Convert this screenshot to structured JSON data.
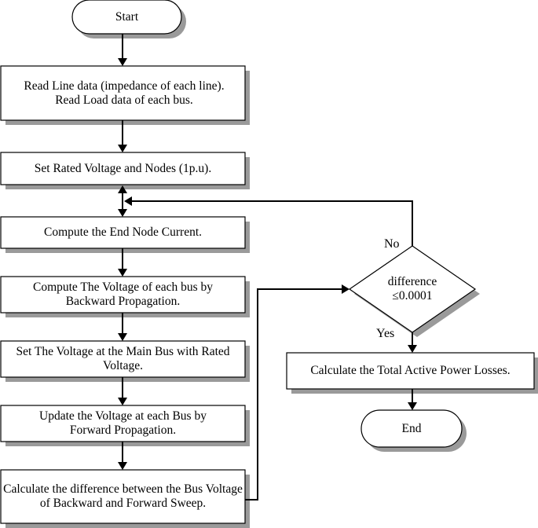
{
  "flowchart": {
    "nodes": {
      "start": "Start",
      "read_data": "Read Line data (impedance of each line).\nRead Load data of each bus.",
      "set_rated": "Set Rated Voltage and Nodes (1p.u).",
      "compute_current": "Compute the End Node Current.",
      "compute_voltage": "Compute The Voltage of each bus by Backward Propagation.",
      "set_main_bus": "Set The Voltage at the Main Bus with Rated Voltage.",
      "update_voltage": "Update the Voltage at each Bus by Forward Propagation.",
      "calc_difference": "Calculate the difference between the Bus Voltage of Backward and Forward Sweep.",
      "decision": "difference\n≤0.0001",
      "calc_losses": "Calculate the Total Active Power Losses.",
      "end": "End"
    },
    "edge_labels": {
      "no": "No",
      "yes": "Yes"
    }
  }
}
